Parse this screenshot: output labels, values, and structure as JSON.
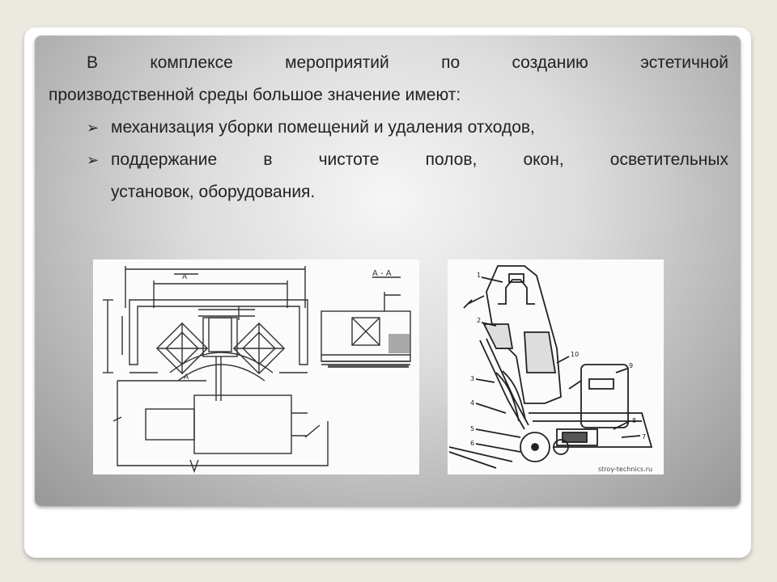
{
  "intro": {
    "words_line1": [
      "В",
      "комплексе",
      "мероприятий",
      "по",
      "созданию",
      "эстетичной"
    ],
    "line2": "производственной среды большое значение имеют:"
  },
  "bullets": [
    {
      "marker": "➢",
      "text": "механизация уборки помещений и удаления отходов,"
    },
    {
      "marker": "➢",
      "words_line1": [
        "поддержание",
        "в",
        "чистоте",
        "полов,",
        "окон,",
        "осветительных"
      ],
      "line2": "установок, оборудования."
    }
  ],
  "figure_left": {
    "section_label": "А - А",
    "marker_a_top": "А",
    "marker_a_bottom": "А"
  },
  "figure_right": {
    "callouts": [
      "1",
      "2",
      "3",
      "4",
      "5",
      "6",
      "7",
      "8",
      "9",
      "10"
    ],
    "watermark": "stroy-technics.ru"
  }
}
